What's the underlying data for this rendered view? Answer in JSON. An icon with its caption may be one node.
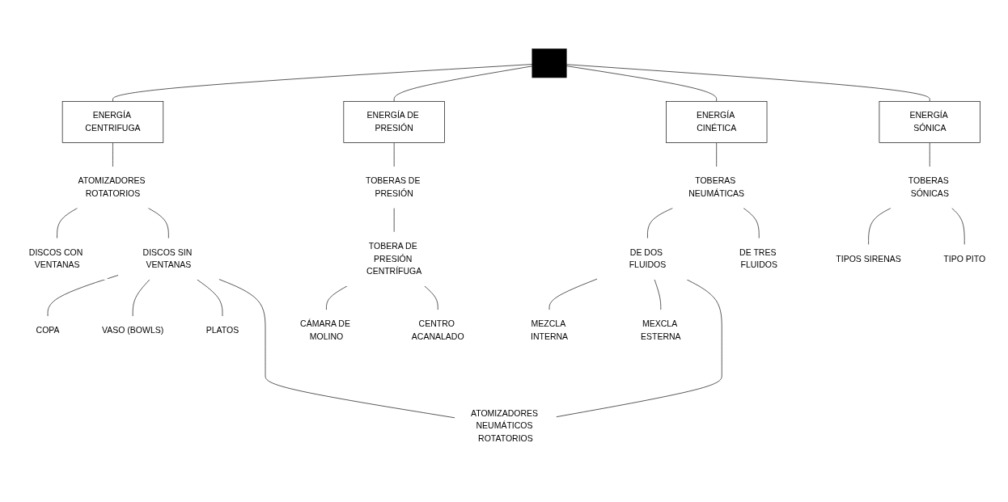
{
  "diagram": {
    "nodes": [
      {
        "text": [],
        "shape": "bar"
      },
      {
        "text": [
          "ENERGÍA CENTRIFUGA"
        ]
      },
      {
        "text": [
          "ENERGÍA DE PRESIÓN"
        ]
      },
      {
        "text": [
          "ENERGÍA CINÉTICA"
        ]
      },
      {
        "text": [
          "ENERGÍA SÓNICA"
        ]
      },
      {
        "text": [
          "ATOMIZADORES ROTATORIOS"
        ]
      },
      {
        "text": [
          "TOBERAS DE PRESIÓN"
        ]
      },
      {
        "text": [
          "TOBERAS NEUMÁTICAS"
        ]
      },
      {
        "text": [
          "TOBERAS SÓNICAS"
        ]
      },
      {
        "text": [
          "DISCOS CON VENTANAS"
        ]
      },
      {
        "text": [
          "DISCOS SIN VENTANAS"
        ]
      },
      {
        "text": [
          "TOBERA DE PRESIÓN CENTRÍFUGA"
        ]
      },
      {
        "text": [
          "DE DOS FLUIDOS"
        ]
      },
      {
        "text": [
          "DE TRES FLUIDOS"
        ]
      },
      {
        "text": [
          "TIPOS SIRENAS"
        ]
      },
      {
        "text": [
          "TIPO PITO"
        ]
      },
      {
        "text": [
          "COPA"
        ]
      },
      {
        "text": [
          "VASO (BOWLS)"
        ]
      },
      {
        "text": [
          "PLATOS"
        ]
      },
      {
        "text": [
          "CÁMARA DE MOLINO"
        ]
      },
      {
        "text": [
          "CENTRO ACANALADO"
        ]
      },
      {
        "text": [
          "MEZCLA INTERNA"
        ]
      },
      {
        "text": [
          "MEXCLA ESTERNA"
        ]
      },
      {
        "text": [
          "ATOMIZADORES NEUMÁTICOS ROTATORIOS"
        ]
      }
    ],
    "edges": [
      {
        "from": 0,
        "to": 1,
        "arrow": "none"
      },
      {
        "from": 0,
        "to": 2,
        "arrow": "none"
      },
      {
        "from": 0,
        "to": 3,
        "arrow": "none"
      },
      {
        "from": 0,
        "to": 4,
        "arrow": "none"
      },
      {
        "from": 1,
        "to": 5,
        "arrow": "none"
      },
      {
        "from": 2,
        "to": 6,
        "arrow": "none"
      },
      {
        "from": 3,
        "to": 7,
        "arrow": "none"
      },
      {
        "from": 4,
        "to": 8,
        "arrow": "none"
      },
      {
        "from": 5,
        "to": 9,
        "arrow": "none"
      },
      {
        "from": 5,
        "to": 10,
        "arrow": "none"
      },
      {
        "from": 6,
        "to": 11,
        "arrow": "none"
      },
      {
        "from": 7,
        "to": 12,
        "arrow": "none"
      },
      {
        "from": 7,
        "to": 13,
        "arrow": "none"
      },
      {
        "from": 8,
        "to": 14,
        "arrow": "none"
      },
      {
        "from": 8,
        "to": 15,
        "arrow": "none"
      },
      {
        "from": 10,
        "to": 16,
        "arrow": "none"
      },
      {
        "from": 10,
        "to": 17,
        "arrow": "none"
      },
      {
        "from": 10,
        "to": 18,
        "arrow": "none"
      },
      {
        "from": 11,
        "to": 19,
        "arrow": "none"
      },
      {
        "from": 11,
        "to": 20,
        "arrow": "none"
      },
      {
        "from": 12,
        "to": 21,
        "arrow": "none"
      },
      {
        "from": 12,
        "to": 22,
        "arrow": "none"
      },
      {
        "from": 10,
        "to": 23,
        "arrow": "none"
      },
      {
        "from": 12,
        "to": 23,
        "arrow": "none"
      }
    ]
  }
}
